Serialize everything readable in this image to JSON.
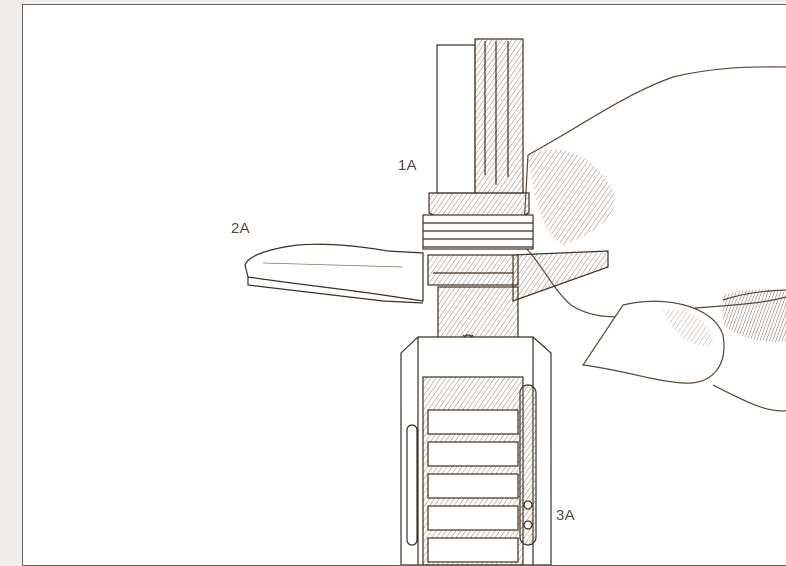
{
  "callouts": {
    "part_1": "1A",
    "part_2": "2A",
    "part_3": "3A"
  },
  "colors": {
    "ink": "#5a4636",
    "ink_dark": "#3d2e22",
    "shade": "#8a7360",
    "paper": "#ffffff",
    "border": "#6b6460",
    "background": "#efeeec"
  }
}
